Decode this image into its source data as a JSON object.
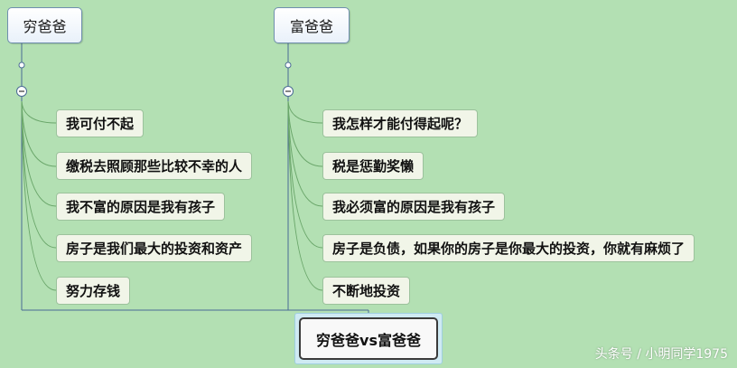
{
  "left_branch": {
    "title": "穷爸爸",
    "items": [
      "我可付不起",
      "缴税去照顾那些比较不幸的人",
      "我不富的原因是我有孩子",
      "房子是我们最大的投资和资产",
      "努力存钱"
    ]
  },
  "right_branch": {
    "title": "富爸爸",
    "items": [
      "我怎样才能付得起呢？",
      "税是惩勤奖懒",
      "我必须富的原因是我有孩子",
      "房子是负债，如果你的房子是你最大的投资，你就有麻烦了",
      "不断地投资"
    ]
  },
  "root": {
    "title": "穷爸爸vs富爸爸"
  },
  "watermark": "头条号 / 小明同学1975",
  "colors": {
    "background": "#b3e0b3",
    "connector": "#4a6a94",
    "node_fill": "#f1f5e8"
  }
}
